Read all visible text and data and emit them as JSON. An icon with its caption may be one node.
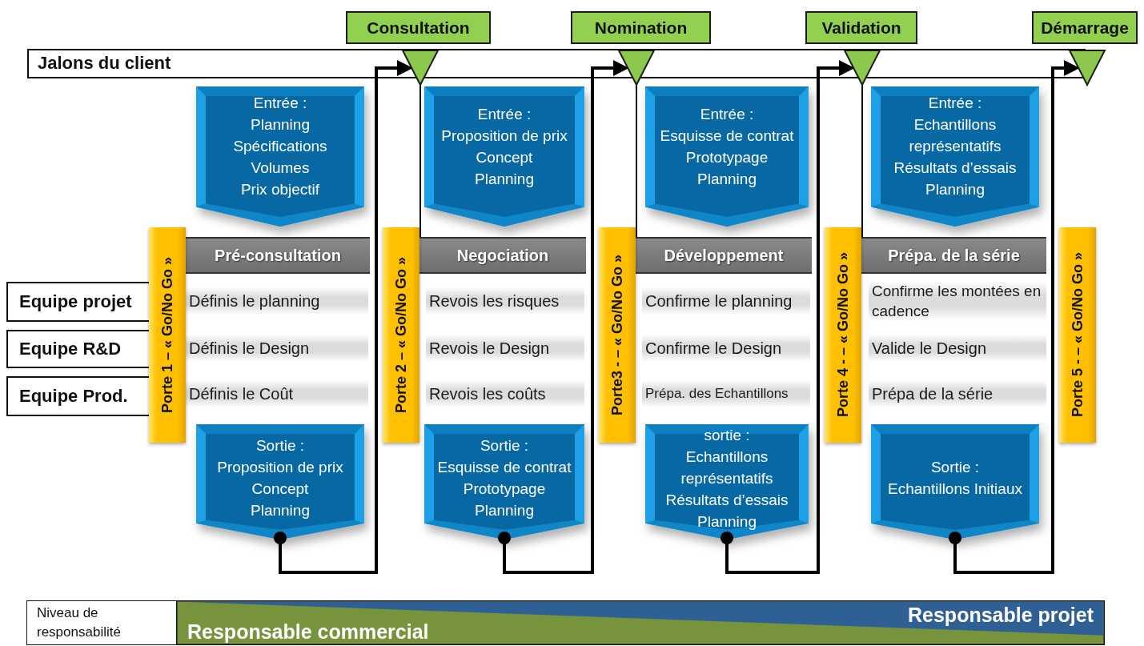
{
  "diagram": {
    "nodes": [
      {
        "text": [
          "Consultation"
        ]
      },
      {
        "text": [
          "Nomination"
        ]
      },
      {
        "text": [
          "Validation"
        ]
      },
      {
        "text": [
          "Démarrage"
        ]
      },
      {
        "text": [],
        "shape": "triangle"
      },
      {
        "text": [],
        "shape": "triangle"
      },
      {
        "text": [],
        "shape": "triangle"
      },
      {
        "text": [],
        "shape": "triangle"
      },
      {
        "text": [
          "Entrée :",
          "Planning",
          "Spécifications",
          "Volumes",
          "Prix objectif"
        ]
      },
      {
        "text": [
          "Entrée :",
          "Proposition de prix",
          "Concept",
          "Planning"
        ]
      },
      {
        "text": [
          "Entrée :",
          "Esquisse de contrat",
          "Prototypage",
          "Planning"
        ]
      },
      {
        "text": [
          "Entrée :",
          "Echantillons représentatifs",
          "Résultats d’essais",
          "Planning"
        ]
      },
      {
        "text": [
          "Porte 1 – « Go/No Go »"
        ]
      },
      {
        "text": [
          "Porte 2 – « Go/No Go »"
        ]
      },
      {
        "text": [
          "Porte3 - – « Go/No Go »"
        ]
      },
      {
        "text": [
          "Porte 4 - – « Go/No Go »"
        ]
      },
      {
        "text": [
          "Porte 5 - – « Go/No Go »"
        ]
      },
      {
        "text": [
          "Pré-consultation"
        ]
      },
      {
        "text": [
          "Negociation"
        ]
      },
      {
        "text": [
          "Développement"
        ]
      },
      {
        "text": [
          "Prépa. de la série"
        ]
      },
      {
        "text": [
          "Equipe projet"
        ]
      },
      {
        "text": [
          "Equipe R&D"
        ]
      },
      {
        "text": [
          "Equipe Prod."
        ]
      },
      {
        "text": [
          "Sortie :",
          "Proposition de prix",
          "Concept",
          "Planning"
        ]
      },
      {
        "text": [
          "Sortie :",
          "Esquisse de contrat",
          "Prototypage",
          "Planning"
        ]
      },
      {
        "text": [
          "sortie :",
          "Echantillons représentatifs",
          "Résultats d’essais",
          "Planning"
        ]
      },
      {
        "text": [
          "Sortie :",
          "Echantillons Initiaux"
        ]
      },
      {
        "text": [
          "Niveau de responsabilité"
        ]
      },
      {
        "text": [
          "Responsable projet",
          "Responsable commercial"
        ]
      }
    ],
    "edges": [
      {
        "from": 24,
        "to": 4,
        "arrow": "to"
      },
      {
        "from": 25,
        "to": 5,
        "arrow": "to"
      },
      {
        "from": 26,
        "to": 6,
        "arrow": "to"
      },
      {
        "from": 27,
        "to": 7,
        "arrow": "to"
      }
    ],
    "labels": [
      "Jalons du client",
      "Définis le planning",
      "Revois les risques",
      "Confirme le planning",
      "Confirme les montées en cadence",
      "Définis le Design",
      "Revois le Design",
      "Confirme le Design",
      "Valide le Design",
      "Définis le Coût",
      "Revois les coûts",
      "Prépa. des Echantillons",
      "Prépa de la série"
    ]
  }
}
